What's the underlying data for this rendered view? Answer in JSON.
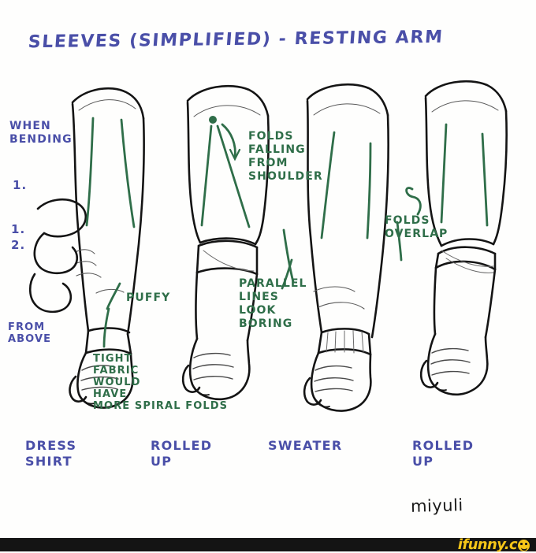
{
  "page": {
    "background_color": "#fefefd",
    "ink_blue": "#4a4fa8",
    "ink_green": "#2f6e49",
    "ink_black": "#141414"
  },
  "title": "SLEEVES (SIMPLIFIED) - RESTING ARM",
  "annotations": {
    "when_bending": "WHEN\nBENDING",
    "step_1a": "1.",
    "step_1b": "1.",
    "step_2": "2.",
    "from_above": "FROM\nABOVE",
    "folds_falling_from_shoulder": "FOLDS\nFALLING\nFROM\nSHOULDER",
    "folds_overlap": "FOLDS\nOVERLAP",
    "parallel_lines_look_boring": "PARALLEL\nLINES\nLOOK\nBORING",
    "puffy": "PUFFY",
    "tight_fabric": "TIGHT\nFABRIC\nWOULD\nHAVE\nMORE SPIRAL FOLDS"
  },
  "captions": [
    {
      "label": "DRESS\nSHIRT"
    },
    {
      "label": "ROLLED\nUP"
    },
    {
      "label": "SWEATER"
    },
    {
      "label": "ROLLED\nUP"
    }
  ],
  "signature": "miyuli",
  "watermark": {
    "text": "ifunny.c",
    "icon": "smiley-face-icon",
    "bar_color": "#141414",
    "text_color": "#f5c518"
  }
}
